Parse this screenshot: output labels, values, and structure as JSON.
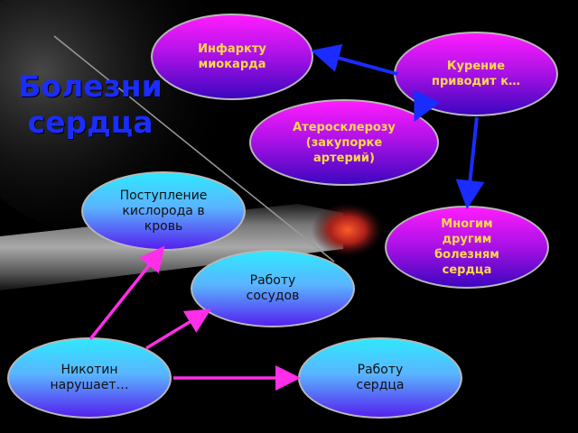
{
  "title": "Болезни сердца",
  "colors": {
    "blue_arrow": "#1a2cff",
    "magenta_arrow": "#ff2ee8",
    "title": "#1a2cff",
    "node_text_purple": "#ffd84a",
    "node_text_cyan": "#111111"
  },
  "nodes": {
    "smoking": "Курение\nприводит к…",
    "infarction": "Инфаркту\nмиокарда",
    "atherosclerosis": "Атеросклерозу\n(закупорке\nартерий)",
    "other_diseases": "Многим\nдругим\nболезням\nсердца",
    "nicotine": "Никотин\nнарушает…",
    "oxygen": "Поступление\nкислорода в\nкровь",
    "vessels": "Работу\nсосудов",
    "heart": "Работу\nсердца"
  }
}
